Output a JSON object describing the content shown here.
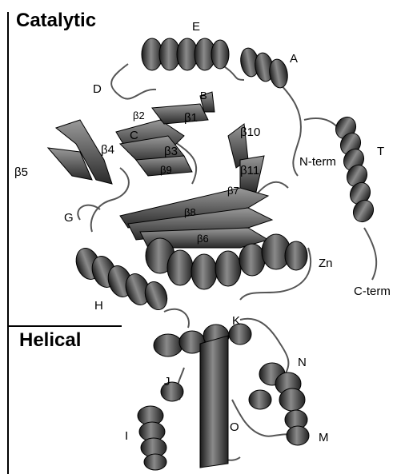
{
  "domains": {
    "catalytic": "Catalytic",
    "helical": "Helical"
  },
  "labels": {
    "E": "E",
    "A": "A",
    "D": "D",
    "B": "B",
    "b2": "β2",
    "b1": "β1",
    "C": "C",
    "b3": "β3",
    "b4": "β4",
    "b10": "β10",
    "b9": "β9",
    "b5": "β5",
    "b11": "β11",
    "nterm": "N-term",
    "T": "T",
    "G": "G",
    "b7": "β7",
    "b8": "β8",
    "b6": "β6",
    "Zn": "Zn",
    "H": "H",
    "cterm": "C-term",
    "K": "K",
    "N": "N",
    "J": "J",
    "I": "I",
    "O": "O",
    "M": "M"
  }
}
